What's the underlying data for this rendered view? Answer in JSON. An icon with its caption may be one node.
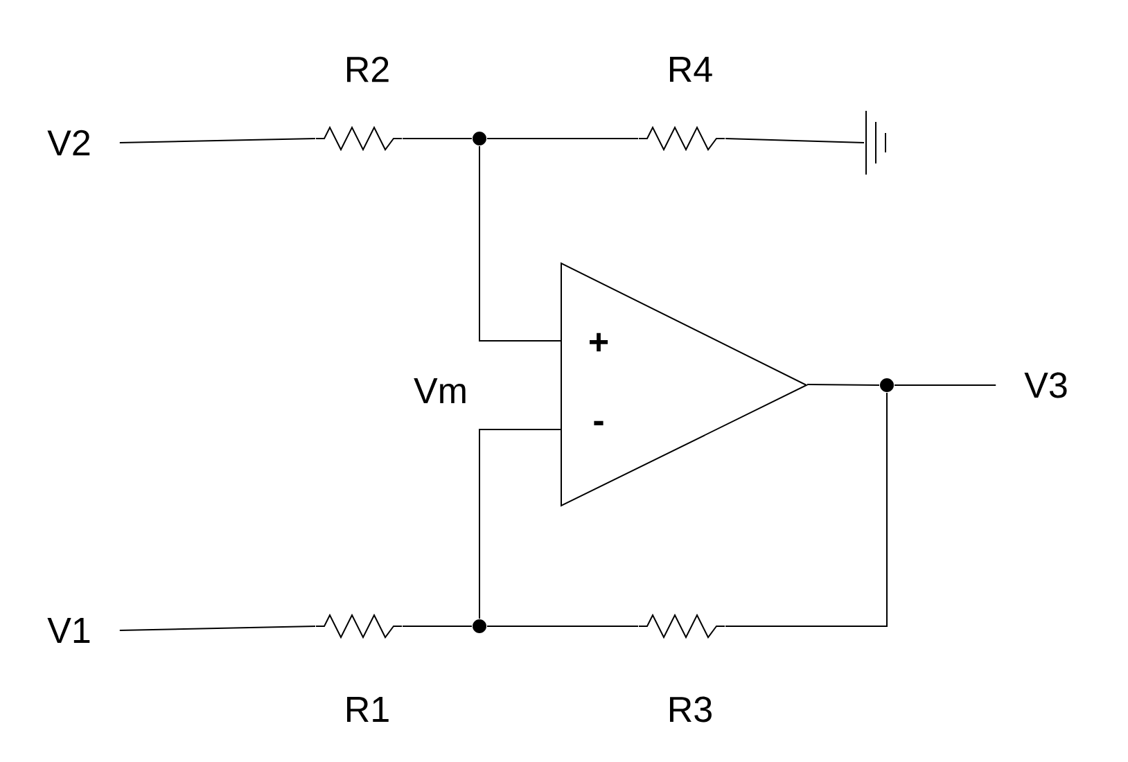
{
  "diagram": {
    "nodes": [
      {
        "text": [
          "V2"
        ]
      },
      {
        "text": [
          "R2"
        ]
      },
      {
        "text": [
          "R4"
        ]
      },
      {
        "text": [],
        "shape": "ground"
      },
      {
        "text": [
          "+",
          "-"
        ]
      },
      {
        "text": [
          "V3"
        ]
      },
      {
        "text": [
          "V1"
        ]
      },
      {
        "text": [
          "R1"
        ]
      },
      {
        "text": [
          "R3"
        ]
      },
      {
        "text": [],
        "shape": "circle"
      },
      {
        "text": [],
        "shape": "circle"
      },
      {
        "text": [],
        "shape": "circle"
      }
    ],
    "edges": [
      {
        "from": 0,
        "to": 1,
        "arrow": "none"
      },
      {
        "from": 1,
        "to": 9,
        "arrow": "none"
      },
      {
        "from": 9,
        "to": 2,
        "arrow": "none"
      },
      {
        "from": 2,
        "to": 3,
        "arrow": "none"
      },
      {
        "from": 9,
        "to": 4,
        "arrow": "none"
      },
      {
        "from": 6,
        "to": 7,
        "arrow": "none"
      },
      {
        "from": 7,
        "to": 10,
        "arrow": "none"
      },
      {
        "from": 10,
        "to": 8,
        "arrow": "none"
      },
      {
        "from": 10,
        "to": 4,
        "arrow": "none"
      },
      {
        "from": 4,
        "to": 11,
        "arrow": "none"
      },
      {
        "from": 11,
        "to": 5,
        "arrow": "none"
      },
      {
        "from": 8,
        "to": 11,
        "arrow": "none"
      }
    ],
    "labels": [
      "Vm"
    ]
  }
}
